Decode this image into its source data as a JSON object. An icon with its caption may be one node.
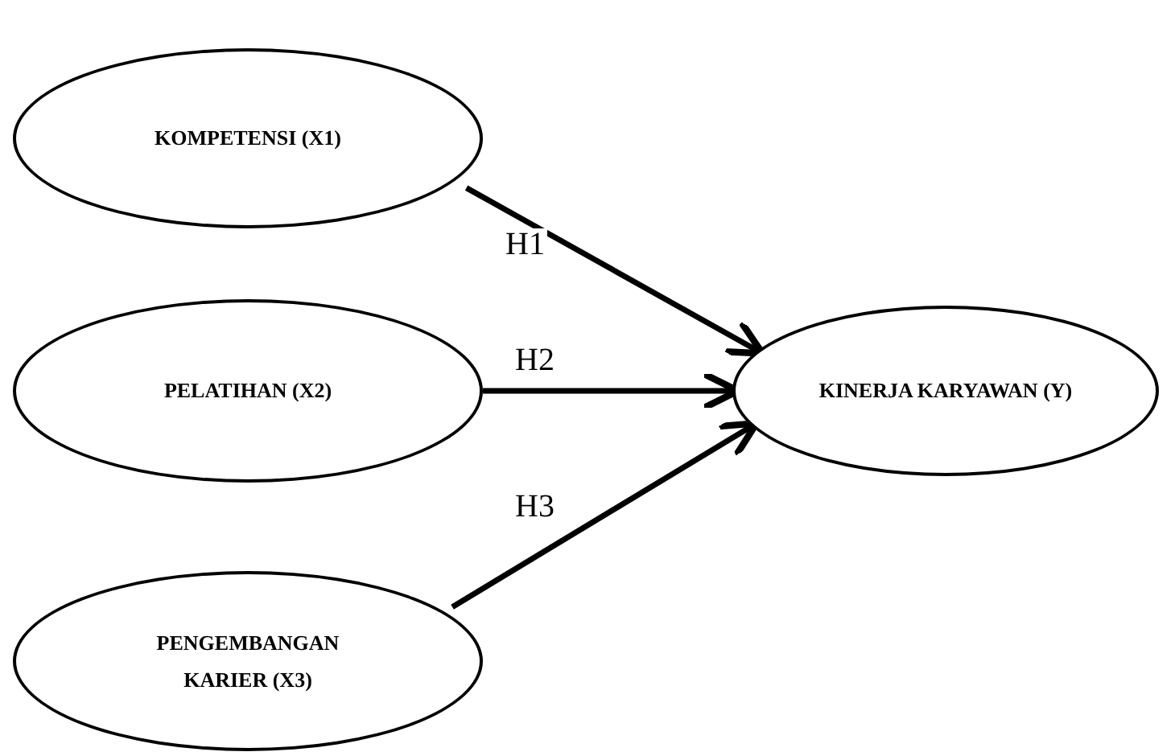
{
  "diagram": {
    "nodes": [
      {
        "text": [
          "KOMPETENSI (X1)"
        ]
      },
      {
        "text": [
          "PELATIHAN (X2)"
        ]
      },
      {
        "text": [
          "PENGEMBANGAN KARIER (X3)"
        ]
      },
      {
        "text": [
          "KINERJA KARYAWAN (Y)"
        ]
      }
    ],
    "edges": [
      {
        "from": 0,
        "to": 3,
        "arrow": "to",
        "label": "H1"
      },
      {
        "from": 1,
        "to": 3,
        "arrow": "to",
        "label": "H2"
      },
      {
        "from": 2,
        "to": 3,
        "arrow": "to",
        "label": "H3"
      }
    ]
  }
}
